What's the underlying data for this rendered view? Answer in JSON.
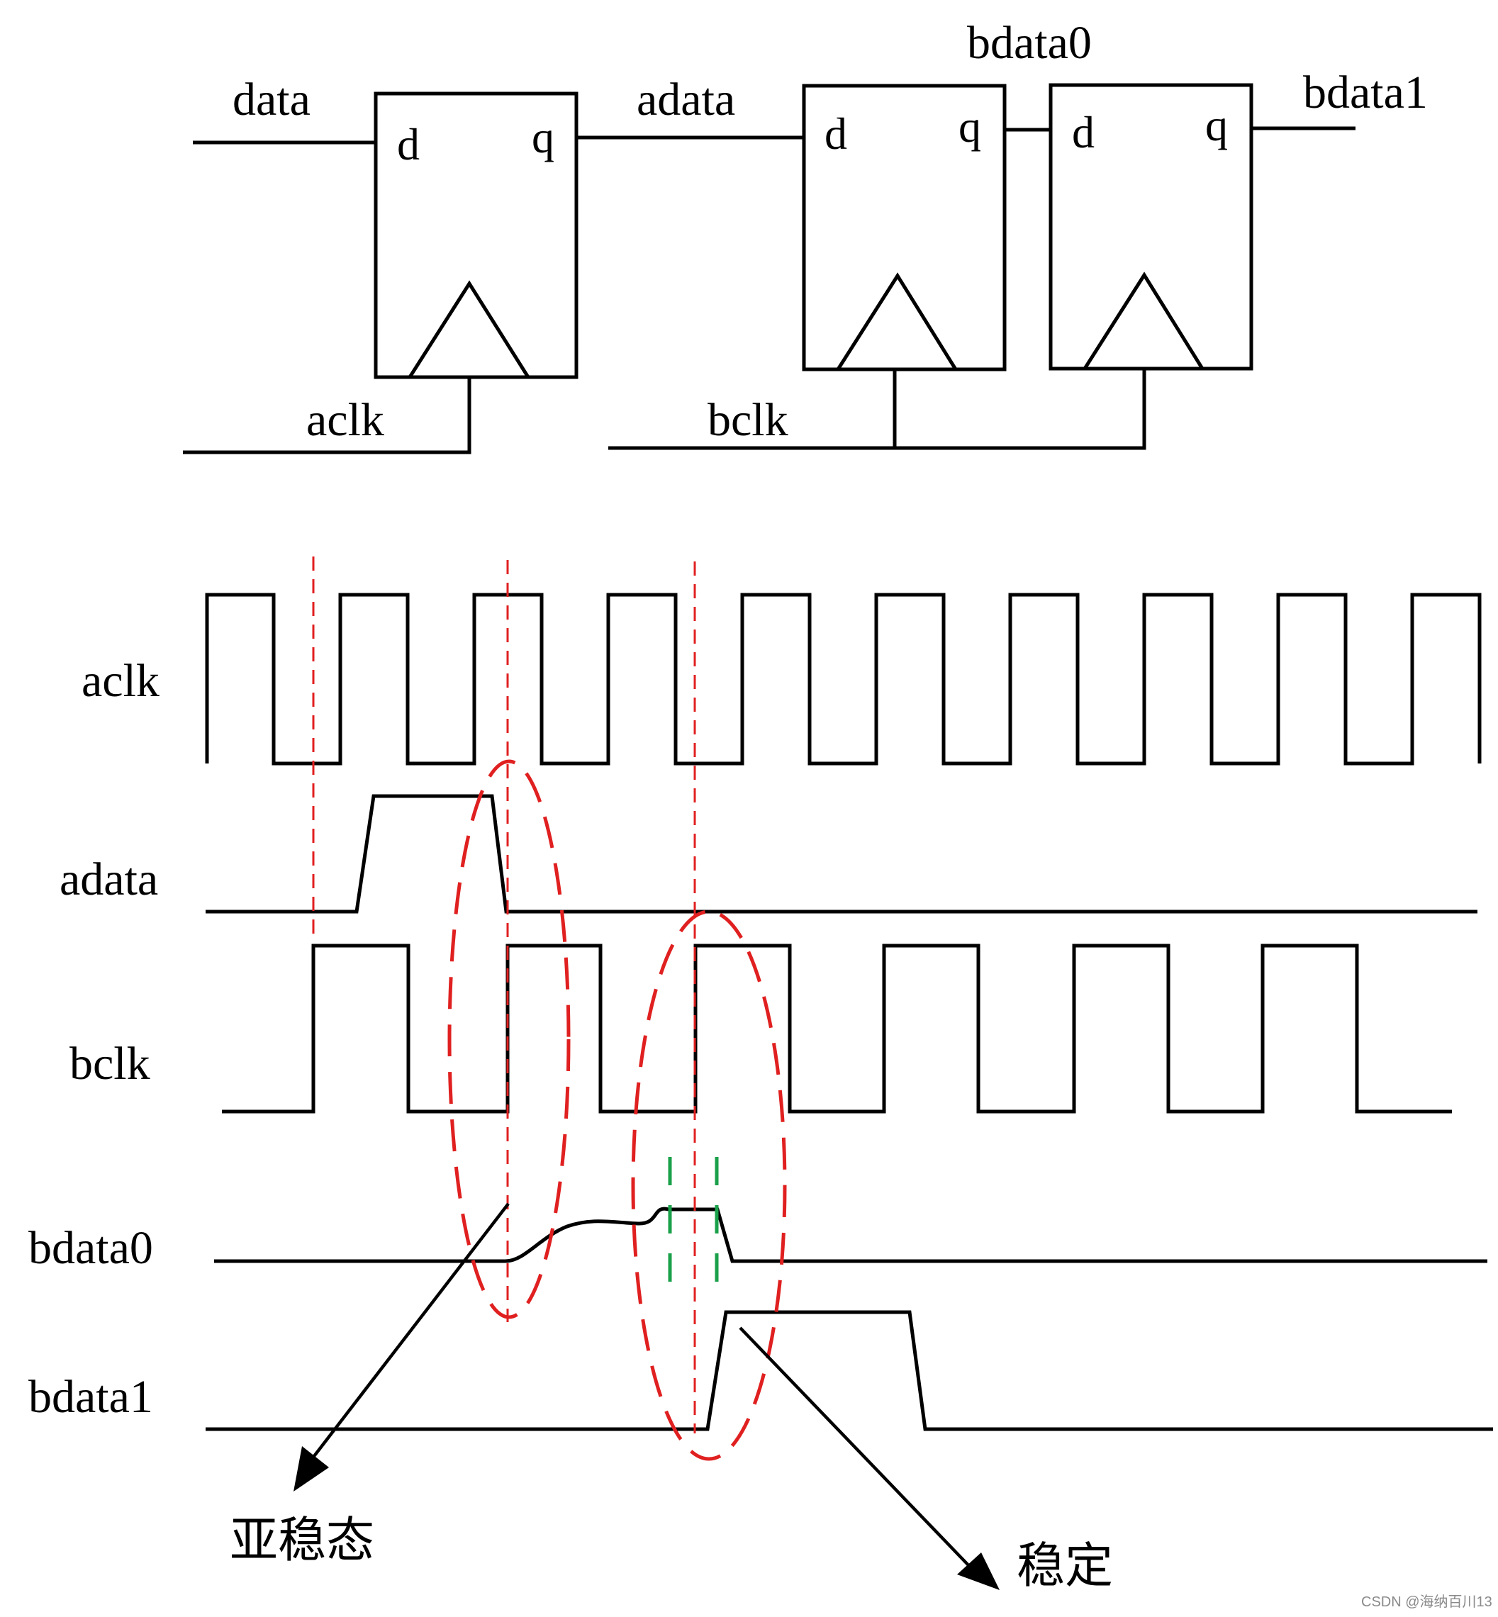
{
  "circuit": {
    "signals": {
      "data": "data",
      "adata": "adata",
      "bdata0": "bdata0",
      "bdata1": "bdata1",
      "aclk": "aclk",
      "bclk": "bclk"
    },
    "flipflops": [
      {
        "d_label": "d",
        "q_label": "q"
      },
      {
        "d_label": "d",
        "q_label": "q"
      },
      {
        "d_label": "d",
        "q_label": "q"
      }
    ]
  },
  "timing": {
    "rows": [
      "aclk",
      "adata",
      "bclk",
      "bdata0",
      "bdata1"
    ]
  },
  "annotations": {
    "metastable": "亚稳态",
    "stable": "稳定"
  },
  "colors": {
    "line": "#000000",
    "edge_marker": "#e02020",
    "window_marker": "#1aa04a"
  },
  "watermark": "CSDN @海纳百川13"
}
